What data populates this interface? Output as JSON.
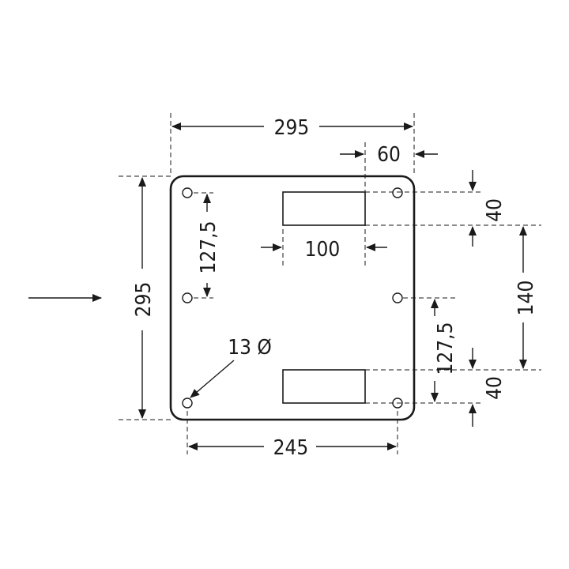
{
  "diagram": {
    "dimensions": {
      "overall_width": "295",
      "overall_height": "295",
      "slot_offset": "60",
      "slot_length": "100",
      "hole_spacing_horizontal": "245",
      "hole_spacing_vertical_left": "127,5",
      "hole_spacing_vertical_right": "127,5",
      "slot_spacing": "140",
      "top_offset": "40",
      "bottom_offset": "40",
      "hole_diameter": "13 Ø"
    }
  }
}
